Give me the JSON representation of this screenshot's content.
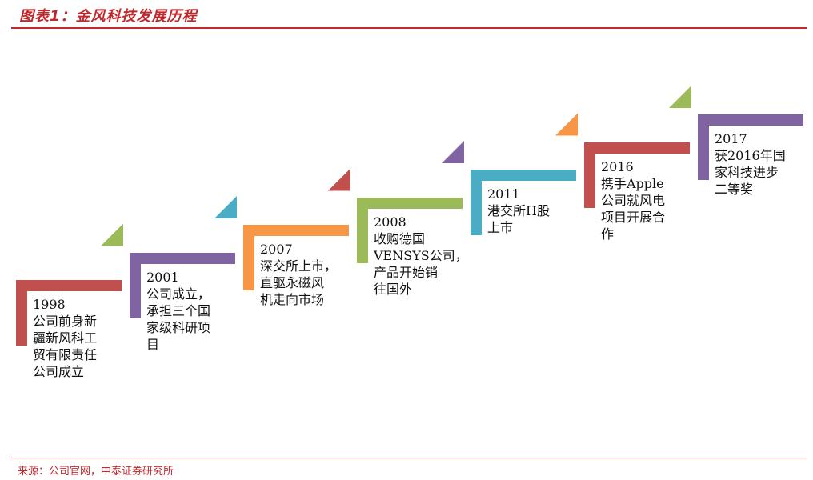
{
  "title": "图表1：金风科技发展历程",
  "source": "来源：公司官网，中泰证券研究所",
  "milestones": [
    {
      "year": "1998",
      "lines": [
        "公司前身新",
        "疆新风科工",
        "贸有限责任",
        "公司成立"
      ],
      "color": "#c0504d",
      "triangle_color": ""
    },
    {
      "year": "2001",
      "lines": [
        "公司成立，",
        "承担三个国",
        "家级科研项",
        "目"
      ],
      "color": "#8064a2",
      "triangle_color": "#9bbb59"
    },
    {
      "year": "2007",
      "lines": [
        "深交所上市，",
        "直驱永磁风",
        "机走向市场"
      ],
      "color": "#f79646",
      "triangle_color": "#4bacc6"
    },
    {
      "year": "2008",
      "lines": [
        "收购德国",
        "VENSYS公司，",
        "产品开始销",
        "往国外"
      ],
      "color": "#9bbb59",
      "triangle_color": "#c0504d"
    },
    {
      "year": "2011",
      "lines": [
        "港交所H股",
        "上市"
      ],
      "color": "#4bacc6",
      "triangle_color": "#8064a2"
    },
    {
      "year": "2016",
      "lines": [
        "携手Apple",
        "公司就风电",
        "项目开展合",
        "作"
      ],
      "color": "#c0504d",
      "triangle_color": "#f79646"
    },
    {
      "year": "2017",
      "lines": [
        "获2016年国",
        "家科技进步",
        "二等奖"
      ],
      "color": "#8064a2",
      "triangle_color": "#9bbb59"
    }
  ]
}
